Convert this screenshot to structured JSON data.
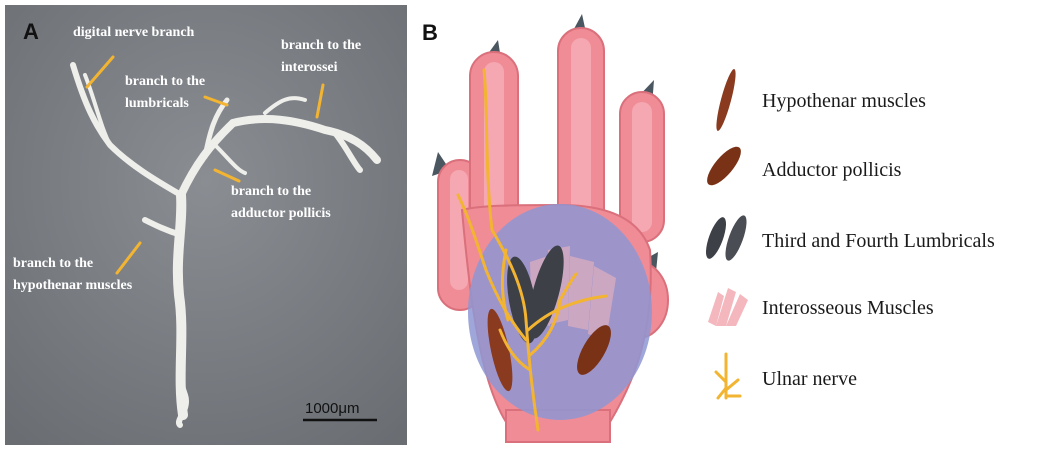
{
  "panel_a": {
    "letter": "A",
    "labels": {
      "digital": "digital nerve branch",
      "lumbricals_1": "branch to the",
      "lumbricals_2": "lumbricals",
      "interossei_1": "branch to the",
      "interossei_2": "interossei",
      "adductor_1": "branch to the",
      "adductor_2": "adductor pollicis",
      "hypothenar_1": "branch to the",
      "hypothenar_2": "hypothenar muscles"
    },
    "scale_bar": "1000μm"
  },
  "panel_b": {
    "letter": "B",
    "legend": [
      {
        "label": "Hypothenar muscles",
        "icon": "hypothenar-muscle-icon"
      },
      {
        "label": "Adductor pollicis",
        "icon": "adductor-pollicis-icon"
      },
      {
        "label": "Third and Fourth Lumbricals",
        "icon": "lumbricals-icon"
      },
      {
        "label": "Interosseous Muscles",
        "icon": "interosseous-icon"
      },
      {
        "label": "Ulnar nerve",
        "icon": "ulnar-nerve-icon"
      }
    ]
  },
  "colors": {
    "leader_line": "#f2b431",
    "photo_bg": "#7b7f84",
    "skin": "#f08c96",
    "skin_light": "#f7b4bc",
    "palm_overlay": "#8e97d4",
    "claw": "#4a5660",
    "hypothenar": "#8a3a1e",
    "adductor": "#7a3216",
    "lumbrical": "#3d4047",
    "interosseous": "#f3b7bd",
    "nerve": "#f2b431"
  }
}
